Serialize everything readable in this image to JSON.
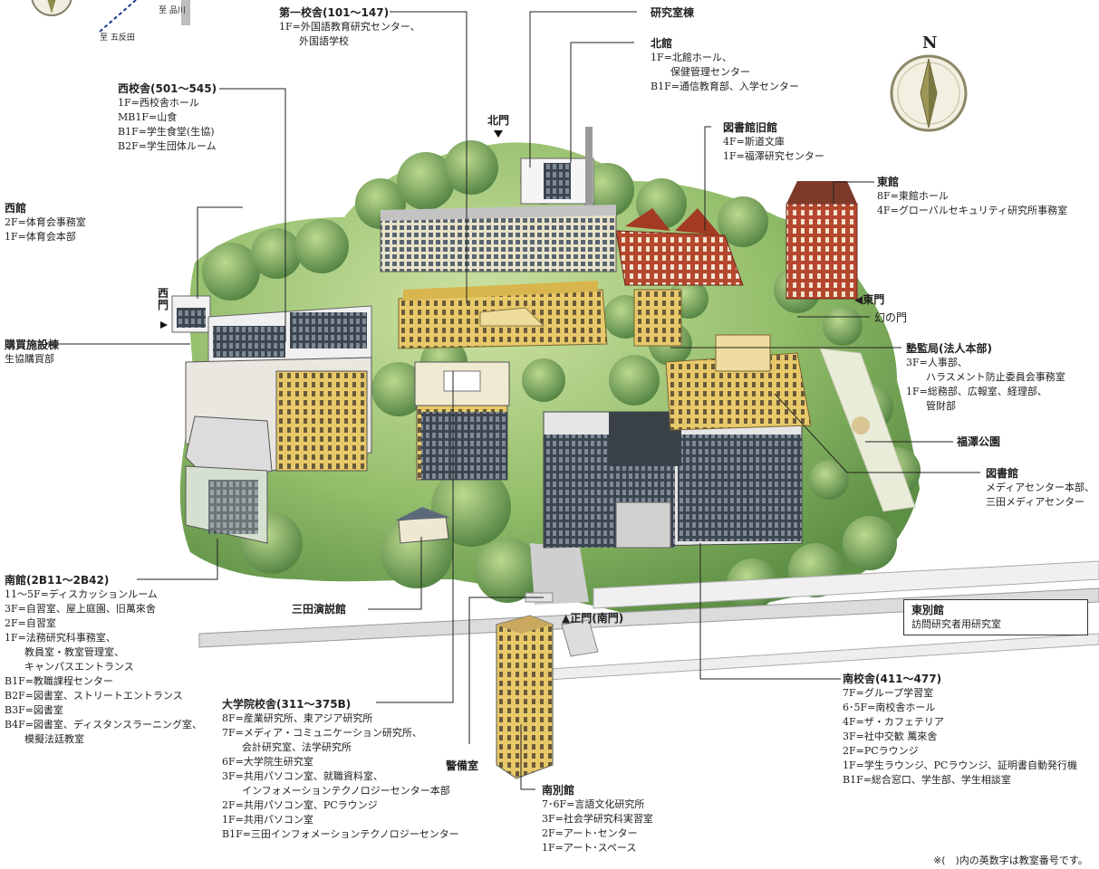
{
  "map": {
    "direction_to_shinagawa": "至 品川",
    "direction_to_gotanda": "至 五反田",
    "compass_north": "N",
    "footnote": "※(　)内の英数字は教室番号です。"
  },
  "gates": {
    "north": "北門",
    "west": "西門",
    "east": "◀東門",
    "main": "▲正門(南門)",
    "phantom": "幻の門"
  },
  "buildings": {
    "dai1": {
      "title": "第一校舎(101～147)",
      "lines": [
        "1F=外国語教育研究センター、",
        "　　外国語学校"
      ]
    },
    "kenkyu": {
      "title": "研究室棟"
    },
    "kitakan": {
      "title": "北館",
      "lines": [
        "1F=北館ホール、",
        "　　保健管理センター",
        "B1F=通信教育部、入学センター"
      ]
    },
    "nishikousha": {
      "title": "西校舎(501～545)",
      "lines": [
        "1F=西校舎ホール",
        "MB1F=山食",
        "B1F=学生食堂(生協)",
        "B2F=学生団体ルーム"
      ]
    },
    "toshokan_old": {
      "title": "図書館旧館",
      "lines": [
        "4F=斯道文庫",
        "1F=福澤研究センター"
      ]
    },
    "higashikan": {
      "title": "東館",
      "lines": [
        "8F=東館ホール",
        "4F=グローバルセキュリティ研究所事務室"
      ]
    },
    "nishikan": {
      "title": "西館",
      "lines": [
        "2F=体育会事務室",
        "1F=体育会本部"
      ]
    },
    "koubai": {
      "title": "購買施設棟",
      "lines": [
        "生協購買部"
      ]
    },
    "jukukan": {
      "title": "塾監局(法人本部)",
      "lines": [
        "3F=人事部、",
        "　　ハラスメント防止委員会事務室",
        "1F=総務部、広報室、経理部、",
        "　　管財部"
      ]
    },
    "fukuzawa_park": {
      "title": "福澤公園"
    },
    "toshokan": {
      "title": "図書館",
      "lines": [
        "メディアセンター本部、",
        "三田メディアセンター"
      ]
    },
    "higashi_bekkan": {
      "title": "東別館",
      "lines": [
        "訪問研究者用研究室"
      ]
    },
    "minamikan": {
      "title": "南館(2B11～2B42)",
      "lines": [
        "11～5F=ディスカッションルーム",
        "3F=自習室、屋上庭園、旧萬來舍",
        "2F=自習室",
        "1F=法務研究科事務室、",
        "　　教員室・教室管理室、",
        "　　キャンパスエントランス",
        "B1F=教職課程センター",
        "B2F=図書室、ストリートエントランス",
        "B3F=図書室",
        "B4F=図書室、ディスタンスラーニング室、",
        "　　模擬法廷教室"
      ]
    },
    "enzetsukan": {
      "title": "三田演説館"
    },
    "daigakuin": {
      "title": "大学院校舎(311～375B)",
      "lines": [
        "8F=産業研究所、東アジア研究所",
        "7F=メディア・コミュニケーション研究所、",
        "　　会計研究室、法学研究所",
        "6F=大学院生研究室",
        "3F=共用パソコン室、就職資料室、",
        "　　インフォメーションテクノロジーセンター本部",
        "2F=共用パソコン室、PCラウンジ",
        "1F=共用パソコン室",
        "B1F=三田インフォメーションテクノロジーセンター"
      ]
    },
    "keibi": {
      "title": "警備室"
    },
    "minami_bekkan": {
      "title": "南別館",
      "lines": [
        "7･6F=言語文化研究所",
        "3F=社会学研究科実習室",
        "2F=アート･センター",
        "1F=アート･スペース"
      ]
    },
    "minamikousha": {
      "title": "南校舎(411～477)",
      "lines": [
        "7F=グループ学習室",
        "6･5F=南校舎ホール",
        "4F=ザ・カフェテリア",
        "3F=社中交歓 萬來舍",
        "2F=PCラウンジ",
        "1F=学生ラウンジ、PCラウンジ、証明書自動発行機",
        "B1F=総合窓口、学生部、学生相談室"
      ]
    }
  }
}
